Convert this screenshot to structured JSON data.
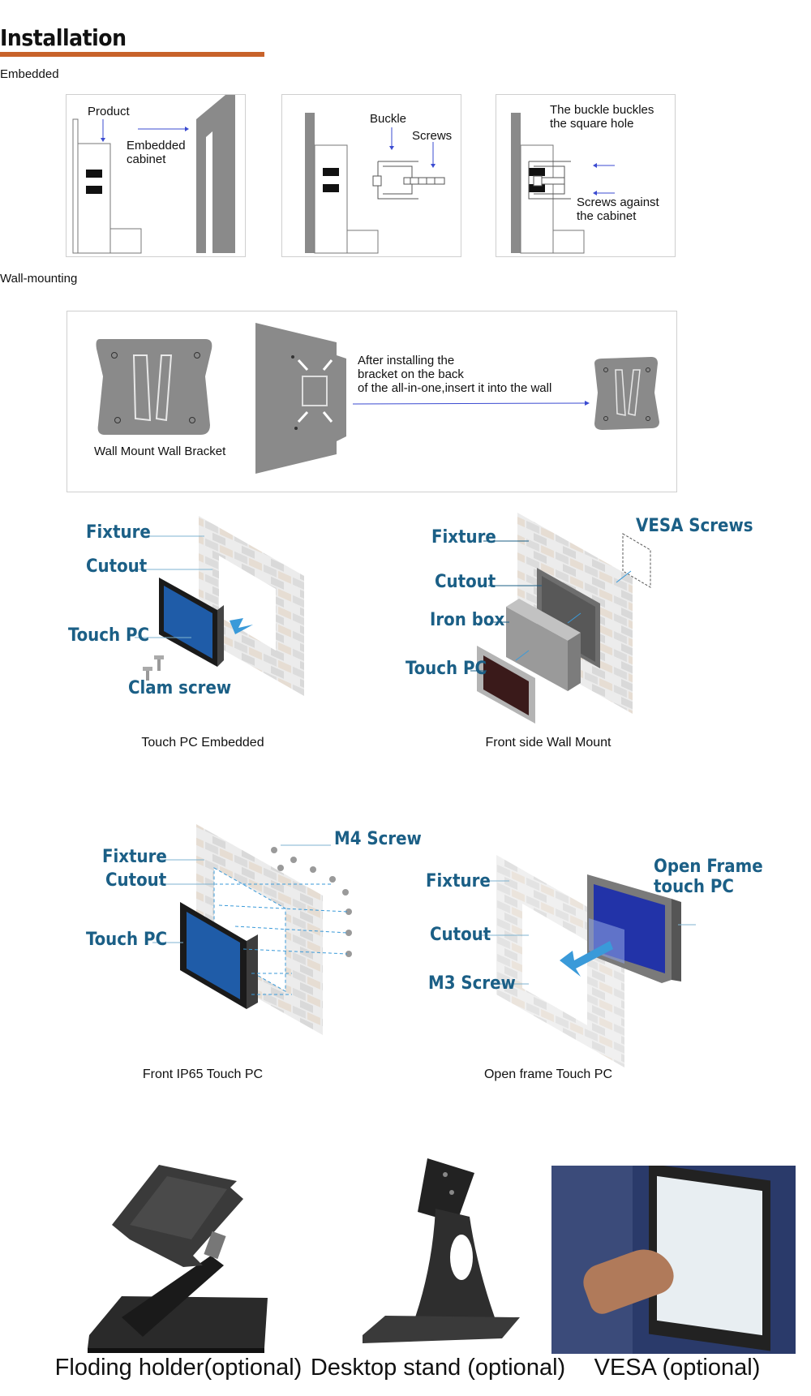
{
  "colors": {
    "accent": "#c8622a",
    "label_blue": "#1b5f86",
    "screen_blue": "#1f5ca8",
    "arrow_blue": "#3a9ad9",
    "plate_gray": "#8a8a8a",
    "guide_blue": "#3b4bd1"
  },
  "header": {
    "title": "Installation"
  },
  "embedded": {
    "label": "Embedded",
    "panel1": {
      "product": "Product",
      "cabinet": "Embedded\ncabinet"
    },
    "panel2": {
      "buckle": "Buckle",
      "screws": "Screws"
    },
    "panel3": {
      "buckle_text": "The buckle buckles\nthe square hole",
      "screws_text": "Screws against\nthe cabinet"
    }
  },
  "wall": {
    "label": "Wall-mounting",
    "bracket_caption": "Wall Mount Wall Bracket",
    "instruction": "After installing the\nbracket on the back\nof the all-in-one,insert it into the wall"
  },
  "diagrams": {
    "d1": {
      "fixture": "Fixture",
      "cutout": "Cutout",
      "touch_pc": "Touch PC",
      "clam": "Clam screw",
      "caption": "Touch PC Embedded"
    },
    "d2": {
      "fixture": "Fixture",
      "cutout": "Cutout",
      "iron_box": "Iron box",
      "touch_pc": "Touch PC",
      "vesa": "VESA Screws",
      "caption": "Front side Wall Mount"
    },
    "d3": {
      "fixture": "Fixture",
      "cutout": "Cutout",
      "touch_pc": "Touch PC",
      "m4": "M4 Screw",
      "caption": "Front IP65 Touch PC"
    },
    "d4": {
      "fixture": "Fixture",
      "cutout": "Cutout",
      "m3": "M3 Screw",
      "open_frame": "Open Frame touch PC",
      "caption": "Open frame Touch PC"
    }
  },
  "stands": [
    {
      "caption": "Floding holder(optional)"
    },
    {
      "caption": "Desktop stand (optional)"
    },
    {
      "caption": "VESA (optional)"
    }
  ]
}
